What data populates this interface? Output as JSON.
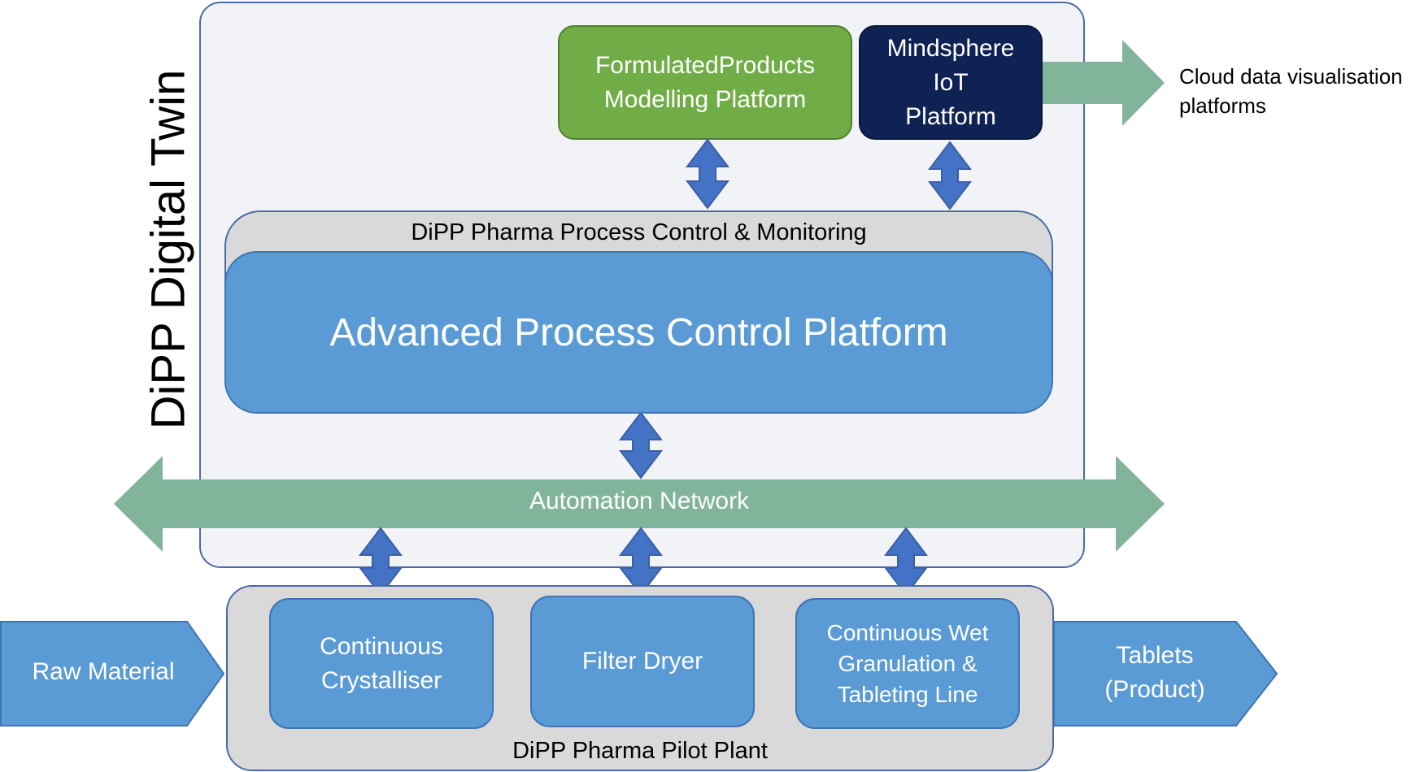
{
  "title": "DiPP Digital Twin",
  "formulated_platform": {
    "line1": "FormulatedProducts",
    "line2": "Modelling Platform"
  },
  "mindsphere_platform": {
    "line1": "Mindsphere",
    "line2": "IoT",
    "line3": "Platform"
  },
  "cloud": {
    "line1": "Cloud data visualisation",
    "line2": "platforms"
  },
  "control_monitoring": {
    "label": "DiPP Pharma Process Control & Monitoring"
  },
  "apc_platform": {
    "label": "Advanced Process Control Platform"
  },
  "automation_network": {
    "label": "Automation Network"
  },
  "pilot_plant": {
    "label": "DiPP Pharma Pilot Plant",
    "units": [
      {
        "lines": [
          "Continuous",
          "Crystalliser"
        ]
      },
      {
        "lines": [
          "Filter Dryer"
        ]
      },
      {
        "lines": [
          "Continuous Wet",
          "Granulation &",
          "Tableting Line"
        ]
      }
    ]
  },
  "input": {
    "label": "Raw Material"
  },
  "output": {
    "line1": "Tablets",
    "line2": "(Product)"
  },
  "colors": {
    "green_box": "#71ad47",
    "navy_box": "#0f2254",
    "blue_box": "#5b9bd5",
    "grey_box": "#d9d9d9",
    "network_arrow": "#82b49c",
    "connector_arrow": "#4472c4",
    "border_blue": "#4b6aaa"
  }
}
